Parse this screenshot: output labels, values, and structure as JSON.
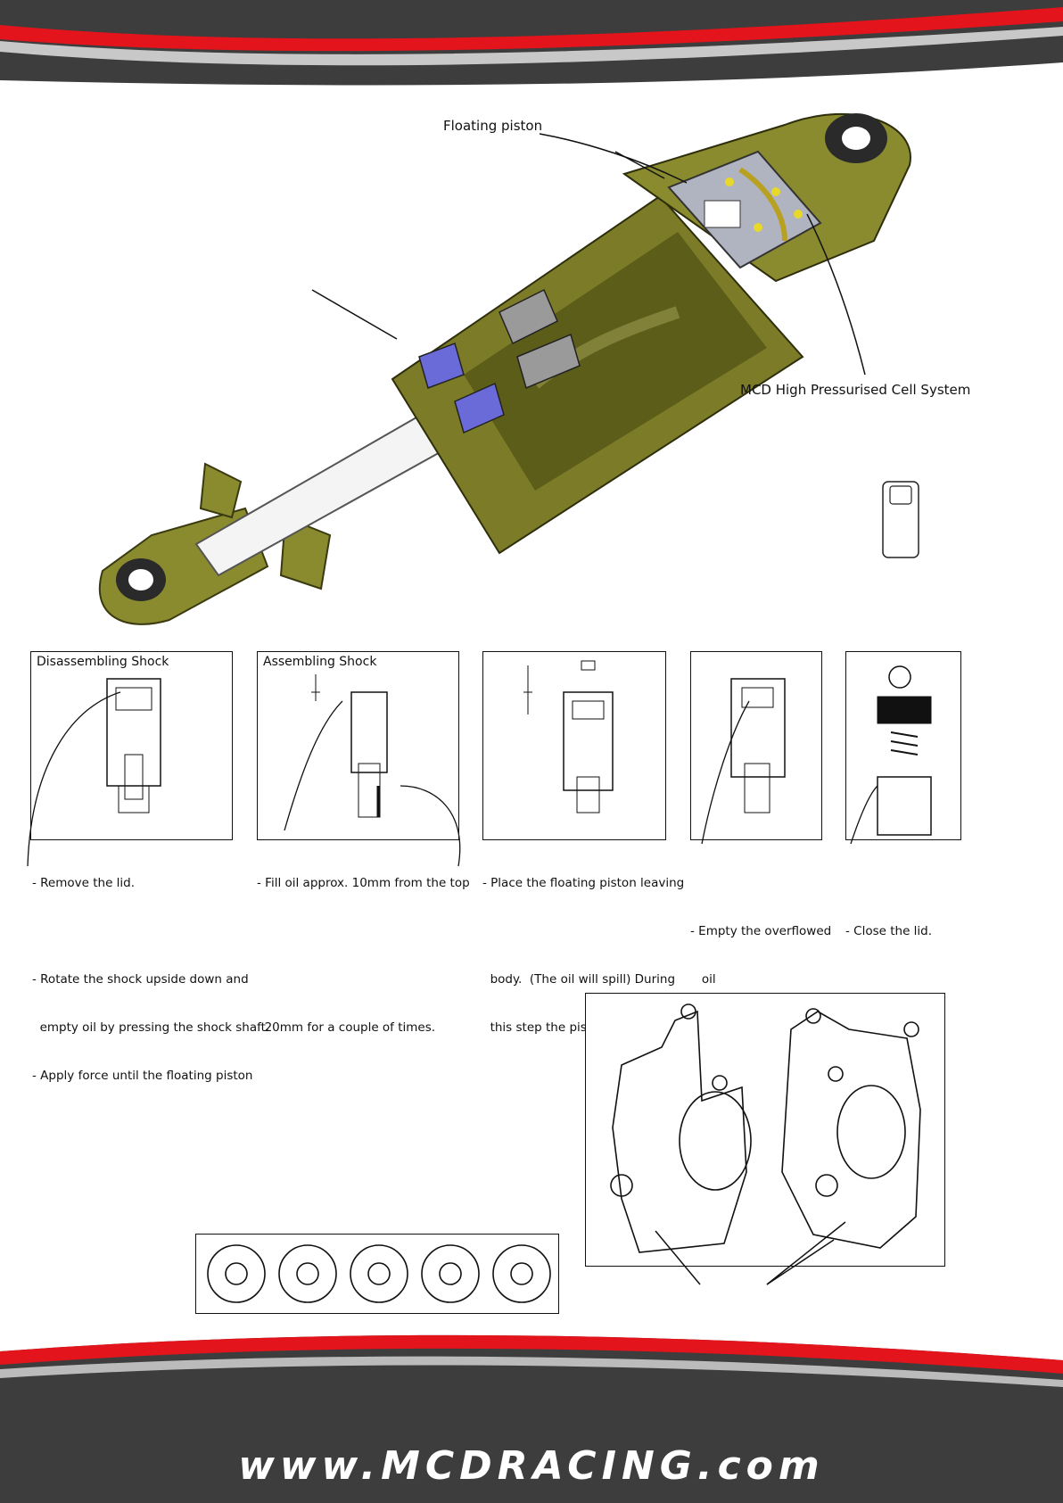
{
  "callouts": {
    "floating_piston": "Floating piston",
    "cell_system": "MCD High Pressurised Cell System"
  },
  "steps": [
    {
      "title": "Disassembling Shock",
      "lines": [
        "- Remove the lid.",
        "",
        "- Rotate the shock upside down and",
        "  empty oil by pressing the shock shaft.",
        "- Apply force until the floating piston"
      ]
    },
    {
      "title": "Assembling Shock",
      "lines": [
        "- Fill oil approx. 10mm from the top",
        "",
        "",
        "  20mm for a couple of times."
      ]
    },
    {
      "title": "",
      "lines": [
        "- Place the floating piston leaving",
        "",
        "  body.  (The oil will spill) During",
        "  this step the piston must remain"
      ]
    },
    {
      "title": "",
      "lines": [
        "",
        "- Empty the overflowed",
        "   oil"
      ]
    },
    {
      "title": "",
      "lines": [
        "",
        "- Close the lid."
      ]
    }
  ],
  "footer": {
    "website": "www.MCDRACING.com"
  },
  "colors": {
    "header_dark": "#3d3d3d",
    "accent_red": "#e3141b",
    "shock_body": "#8a8a2e",
    "piston_blue": "#6a6ad8"
  }
}
